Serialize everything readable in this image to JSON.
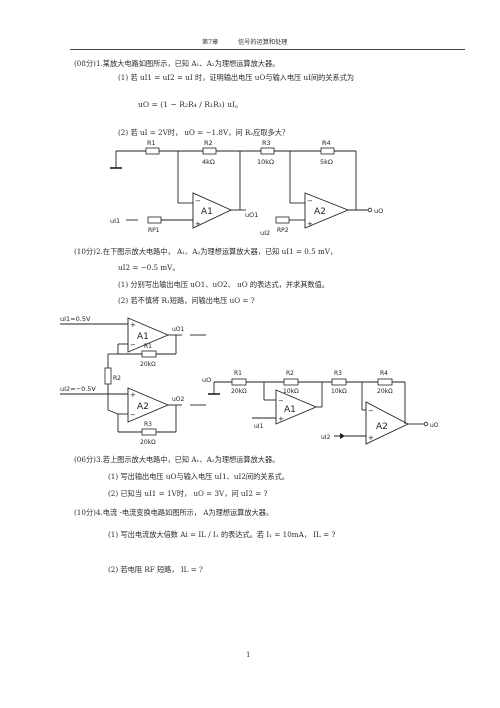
{
  "header": {
    "chapter": "第7章",
    "title": "信号的运算和处理"
  },
  "p1": {
    "l1": "(08分)1.某放大电路如图所示，已知 A₁、A₂为理想运算放大器。",
    "l2": "(1) 若 uI1 = uI2 = uI 时，证明输出电压 uO与输入电压 uI间的关系式为",
    "formula": "uO = (1 − R₂R₄ / R₁R₃) uI。",
    "l3": "(2) 若 uI = 2V时， uO = −1.8V，问 R₂应取多大？",
    "fig": {
      "R1": "R1",
      "R2": "R2",
      "R2v": "4kΩ",
      "R3": "R3",
      "R3v": "10kΩ",
      "R4": "R4",
      "R4v": "5kΩ",
      "A1": "A1",
      "A2": "A2",
      "RP1": "RP1",
      "RP2": "RP2",
      "uO1": "uO1",
      "uI1": "uI1",
      "uI2": "uI2",
      "uO": "uO",
      "minus": "−",
      "plus": "+"
    }
  },
  "p2": {
    "l1": "(10分)2.在下图示放大电路中， A₁、A₂为理想运算放大器，已知 uI1 = 0.5 mV，",
    "l2": "uI2 = −0.5 mV。",
    "l3": "(1) 分别写出输出电压 uO1、uO2、 uO 的表达式，并求其数值。",
    "l4": "(2) 若不慎将 R₁短路，问输出电压 uO = ?",
    "fig_left": {
      "uI1": "uI1=0.5V",
      "uI2": "uI2=−0.5V",
      "A1": "A1",
      "A2": "A2",
      "R1": "R1",
      "R1v": "20kΩ",
      "R2": "R2",
      "R3": "R3",
      "R3v": "20kΩ",
      "uO1": "uO1",
      "uO2": "uO2",
      "minus": "−",
      "plus": "+"
    },
    "fig_right": {
      "uO": "uO",
      "R1": "R1",
      "R1v": "20kΩ",
      "R2": "R2",
      "R2v": "10kΩ",
      "R3": "R3",
      "R3v": "10kΩ",
      "R4": "R4",
      "R4v": "20kΩ",
      "A1": "A1",
      "A2": "A2",
      "uI1": "uI1",
      "uI2": "uI2",
      "minus": "−",
      "plus": "+",
      "uO_out": "uO"
    }
  },
  "p3": {
    "l1": "(06分)3.若上图示放大电路中，已知 A₁、A₂为理想运算放大器。",
    "l2": "(1) 写出输出电压 uO与输入电压 uI1、uI2间的关系式。",
    "l3": "(2) 已知当 uI1 = 1V时， uO = 3V，问 uI2 = ?"
  },
  "p4": {
    "l1": "(10分)4.电流 -电流变换电路如图所示， A为理想运算放大器。",
    "l2": "(1) 写出电流放大倍数 Ai = IL / I₁ 的表达式。若 I₁ = 10mA， IL = ?",
    "l3": "(2) 若电阻 RF 短路， IL = ?"
  },
  "page_number": "1"
}
